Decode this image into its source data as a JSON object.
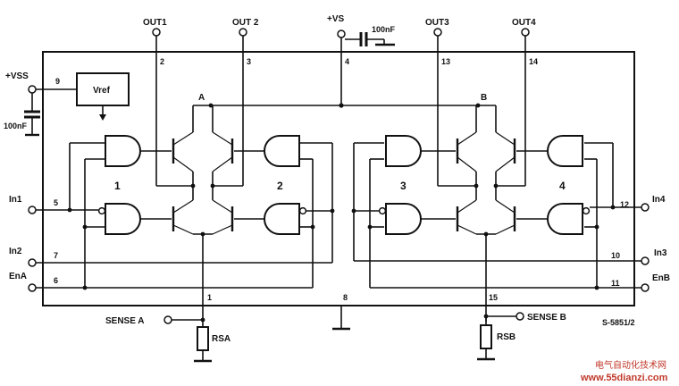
{
  "pins": {
    "out1": "OUT1",
    "out2": "OUT 2",
    "vs": "+VS",
    "cap_top": "100nF",
    "out3": "OUT3",
    "out4": "OUT4",
    "vss": "+VSS",
    "cap_left": "100nF",
    "vref": "Vref",
    "in1": "In1",
    "in2": "In2",
    "ena": "EnA",
    "in4": "In4",
    "in3": "In3",
    "enb": "EnB",
    "sense_a": "SENSE A",
    "sense_b": "SENSE B",
    "rsa": "RSA",
    "rsb": "RSB"
  },
  "pin_numbers": {
    "p2": "2",
    "p3": "3",
    "p4": "4",
    "p13": "13",
    "p14": "14",
    "p9": "9",
    "p5": "5",
    "p7": "7",
    "p6": "6",
    "p12": "12",
    "p10": "10",
    "p11": "11",
    "p1": "1",
    "p8": "8",
    "p15": "15"
  },
  "bridges": {
    "a": "A",
    "b": "B"
  },
  "channels": {
    "c1": "1",
    "c2": "2",
    "c3": "3",
    "c4": "4"
  },
  "part_code": "S-5851/2",
  "watermark": {
    "line1": "电气自动化技术网",
    "line2": "www.55dianzi.com"
  },
  "colors": {
    "ink": "#111111",
    "watermark": "#c0392b",
    "background": "#ffffff"
  }
}
